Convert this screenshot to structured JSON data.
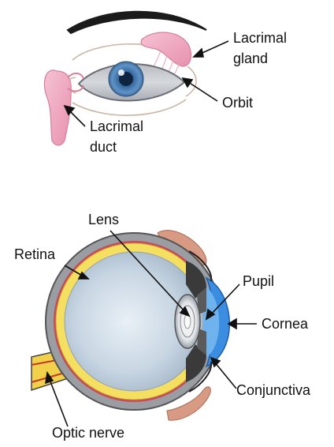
{
  "top_figure": {
    "labels": {
      "lacrimal_gland_line1": "Lacrimal",
      "lacrimal_gland_line2": "gland",
      "orbit": "Orbit",
      "lacrimal_duct_line1": "Lacrimal",
      "lacrimal_duct_line2": "duct"
    }
  },
  "bottom_figure": {
    "labels": {
      "lens": "Lens",
      "retina": "Retina",
      "pupil": "Pupil",
      "cornea": "Cornea",
      "conjunctiva": "Conjunctiva",
      "optic_nerve": "Optic nerve"
    }
  },
  "colors": {
    "gland_pink": "#f0a9c0",
    "iris_blue": "#4f81b7",
    "sclera_gray": "#c9ccd0",
    "retina_yellow": "#f4df60",
    "vitreous": "#b7c8d8",
    "cornea_blue": "#3a8de0",
    "eyelid_tan": "#d99a83",
    "outline": "#222222"
  }
}
